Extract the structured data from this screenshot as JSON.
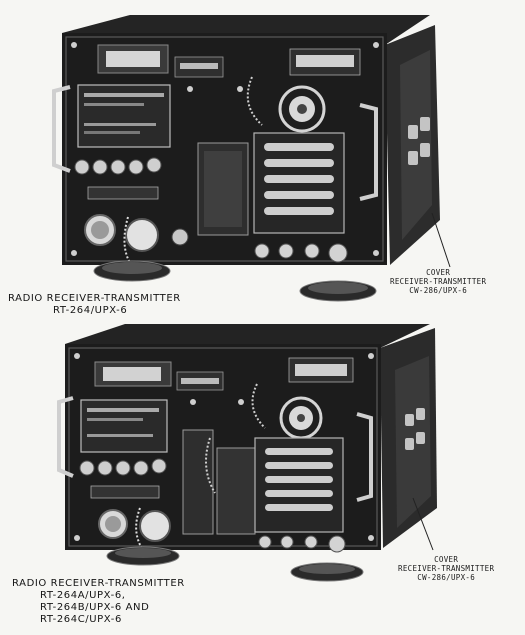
{
  "figure_top": {
    "caption_lines": [
      "RADIO RECEIVER-TRANSMITTER",
      "RT-264/UPX-6"
    ],
    "callout_lines": [
      "COVER",
      "RECEIVER-TRANSMITTER",
      "CW-286/UPX-6"
    ]
  },
  "figure_bottom": {
    "caption_lines": [
      "RADIO RECEIVER-TRANSMITTER",
      "RT-264A/UPX-6,",
      "RT-264B/UPX-6 AND",
      "RT-264C/UPX-6"
    ],
    "callout_lines": [
      "COVER",
      "RECEIVER-TRANSMITTER",
      "CW-286/UPX-6"
    ]
  },
  "colors": {
    "paper": "#f6f6f3",
    "metal_dark": "#1e1e1e",
    "metal_mid": "#3a3a3a",
    "highlight": "#d8d8d8"
  }
}
